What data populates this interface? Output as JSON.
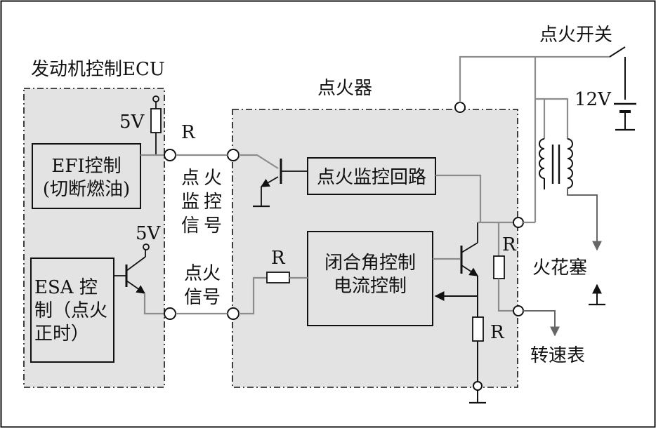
{
  "ecu": {
    "title": "发动机控制ECU",
    "efi": {
      "line1": "EFI控制",
      "line2": "(切断燃油)"
    },
    "esa": {
      "line1": "ESA 控",
      "line2": "制（点火",
      "line3": "正时）"
    },
    "v5_top": "5V",
    "v5_bottom": "5V",
    "r_label": "R"
  },
  "signals": {
    "monitor": {
      "col1": [
        "点",
        "监",
        "信"
      ],
      "col2": [
        "火",
        "控",
        "号"
      ]
    },
    "ignition": {
      "line1": "点火",
      "line2": "信号"
    }
  },
  "igniter": {
    "title": "点火器",
    "monitor_circuit": "点火监控回路",
    "dwell": {
      "line1": "闭合角控制",
      "line2": "电流控制"
    },
    "r_input": "R",
    "r_bottom": "R",
    "r_right": "R"
  },
  "external": {
    "switch": "点火开关",
    "battery": "12V",
    "spark_plug": "火花塞",
    "tachometer": "转速表"
  },
  "colors": {
    "box_fill": "#e3e3e3",
    "line_dark": "#111111",
    "line_gray": "#8c8c8c"
  }
}
